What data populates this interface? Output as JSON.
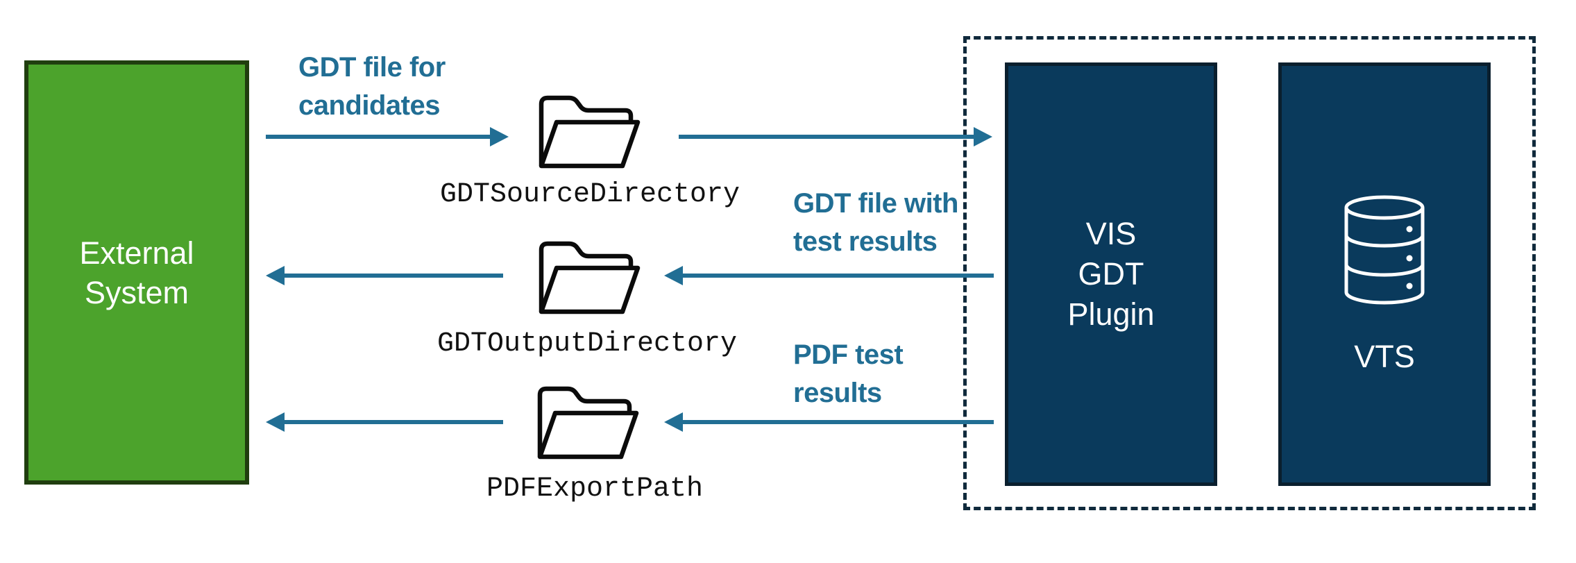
{
  "external_system": {
    "lines": [
      "External",
      "System"
    ]
  },
  "directories": [
    {
      "name": "GDTSourceDirectory"
    },
    {
      "name": "GDTOutputDirectory"
    },
    {
      "name": "PDFExportPath"
    }
  ],
  "flows": [
    {
      "lines": [
        "GDT file for",
        "candidates"
      ],
      "direction": "right"
    },
    {
      "lines": [
        "GDT file with",
        "test results"
      ],
      "direction": "left"
    },
    {
      "lines": [
        "PDF test",
        "results"
      ],
      "direction": "left"
    }
  ],
  "plugin_box": {
    "lines": [
      "VIS",
      "GDT",
      "Plugin"
    ]
  },
  "vts_box": {
    "label": "VTS"
  },
  "icons": {
    "folder": "folder-icon",
    "database": "database-icon"
  },
  "colors": {
    "green_fill": "#4CA32C",
    "green_border": "#203E0F",
    "navy_fill": "#0A3A5C",
    "navy_border": "#0A1F2E",
    "teal_accent": "#216E94",
    "dashed_border": "#102A3C",
    "mono_text": "#111111"
  }
}
